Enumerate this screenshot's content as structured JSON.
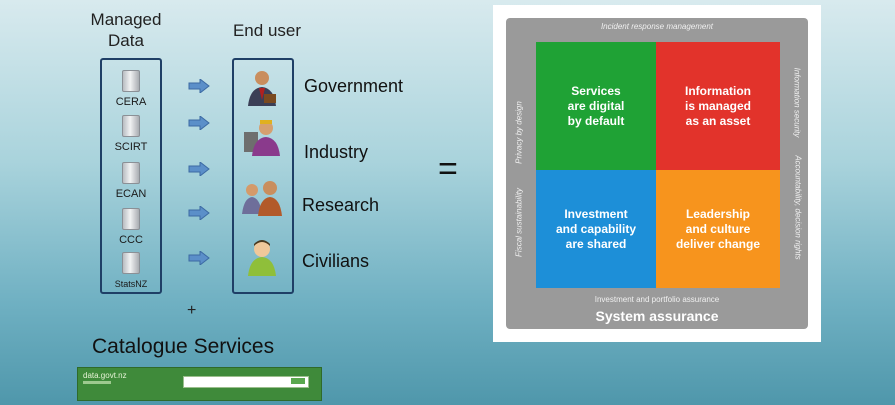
{
  "managed_data": {
    "heading": "Managed\nData",
    "items": [
      {
        "label": "CERA"
      },
      {
        "label": "SCIRT"
      },
      {
        "label": "ECAN"
      },
      {
        "label": "CCC"
      },
      {
        "label": "StatsNZ"
      }
    ]
  },
  "end_user": {
    "heading": "End user",
    "items": [
      {
        "label": "Government",
        "icon": "government-person-icon"
      },
      {
        "label": "Industry",
        "icon": "industry-person-icon"
      },
      {
        "label": "Research",
        "icon": "research-people-icon"
      },
      {
        "label": "Civilians",
        "icon": "civilian-person-icon"
      }
    ]
  },
  "plus": "+",
  "equals": "=",
  "catalogue": {
    "title": "Catalogue Services",
    "thumbnail_title": "data.govt.nz"
  },
  "principles": {
    "top": "Incident response management",
    "left": "Privacy by design",
    "left_lower": "Fiscal sustainability",
    "right": "Information security",
    "right_lower": "Accountability, decision rights",
    "bottom_small": "Investment and portfolio assurance",
    "bottom": "System assurance",
    "quadrants": [
      {
        "text": "Services\nare digital\nby default",
        "color": "#1fa235"
      },
      {
        "text": "Information\nis managed\nas an asset",
        "color": "#e2332b"
      },
      {
        "text": "Investment\nand capability\nare shared",
        "color": "#1d8fd8"
      },
      {
        "text": "Leadership\nand culture\ndeliver change",
        "color": "#f7941d"
      }
    ]
  }
}
